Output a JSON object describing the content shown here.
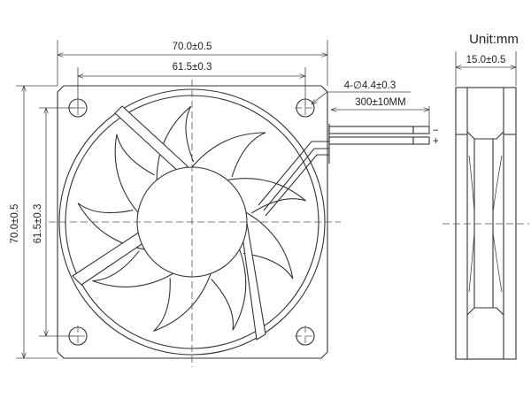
{
  "unit_label": "Unit:mm",
  "dimensions": {
    "overall_width": "70.0±0.5",
    "hole_spacing_width": "61.5±0.3",
    "overall_height": "70.0±0.5",
    "hole_spacing_height": "61.5±0.3",
    "mounting_holes": "4-∅4.4±0.3",
    "cable_length": "300±10MM",
    "thickness": "15.0±0.5"
  },
  "wire_polarity": {
    "negative": "−",
    "positive": "+"
  }
}
